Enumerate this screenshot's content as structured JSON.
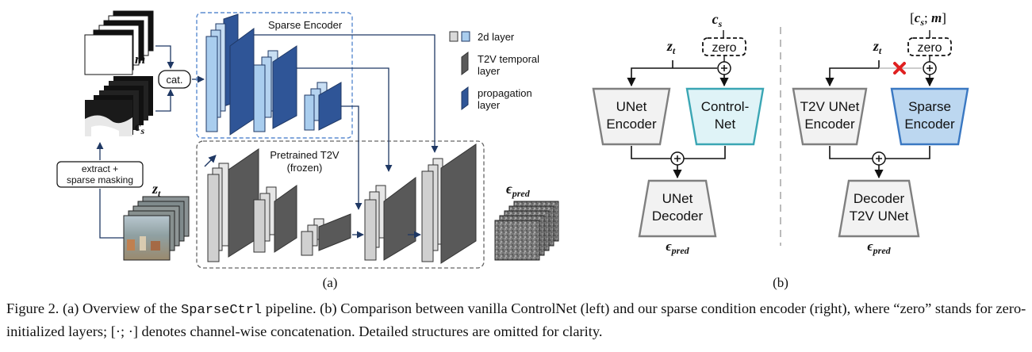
{
  "panel_a": {
    "sparse_encoder_title": "Sparse Encoder",
    "pretrained_title_line1": "Pretrained T2V",
    "pretrained_title_line2": "(frozen)",
    "concat_label": "cat.",
    "extract_line1": "extract +",
    "extract_line2": "sparse masking",
    "mask_symbol": "m",
    "cond_symbol": "c",
    "cond_sub": "s",
    "noisy_symbol": "z",
    "noisy_sub": "t",
    "pred_symbol": "ϵ",
    "pred_sub": "pred",
    "sublabel": "(a)"
  },
  "legend": {
    "item_2d": "2d layer",
    "item_temporal_line1": "T2V temporal",
    "item_temporal_line2": "layer",
    "item_prop_line1": "propagation",
    "item_prop_line2": "layer"
  },
  "panel_b": {
    "left": {
      "cond_symbol": "c",
      "cond_sub": "s",
      "zero_label": "zero",
      "noisy_symbol": "z",
      "noisy_sub": "t",
      "encoder_line1": "UNet",
      "encoder_line2": "Encoder",
      "controlnet_line1": "Control-",
      "controlnet_line2": "Net",
      "decoder_line1": "UNet",
      "decoder_line2": "Decoder",
      "pred_symbol": "ϵ",
      "pred_sub": "pred"
    },
    "right": {
      "cond_open": "[",
      "cond_symbol": "c",
      "cond_sub": "s",
      "cond_sep": "; ",
      "cond_mask": "m",
      "cond_close": "]",
      "zero_label": "zero",
      "noisy_symbol": "z",
      "noisy_sub": "t",
      "encoder_line1": "T2V UNet",
      "encoder_line2": "Encoder",
      "sparse_line1": "Sparse",
      "sparse_line2": "Encoder",
      "decoder_line1": "Decoder",
      "decoder_line2": "T2V UNet",
      "pred_symbol": "ϵ",
      "pred_sub": "pred"
    },
    "sublabel": "(b)"
  },
  "caption": {
    "part1": "Figure 2. (a) Overview of the ",
    "code": "SparseCtrl",
    "part2": " pipeline. (b) Comparison between vanilla ControlNet (left) and our sparse condition encoder (right), where “zero” stands for zero-initialized layers; [·; ·] denotes channel-wise concatenation. Detailed structures are omitted for clarity."
  },
  "colors": {
    "blue_light": "#a9cdee",
    "blue_dark": "#2f5597",
    "gray_light": "#d9d9d9",
    "gray_dark": "#595959",
    "controlnet_fill": "#dff3f7",
    "controlnet_border": "#3aa6b4",
    "sparse_fill": "#bcd7f0",
    "sparse_border": "#3a78c2",
    "cross_red": "#e02020",
    "encoder_box_border": "#5b8bd0"
  }
}
